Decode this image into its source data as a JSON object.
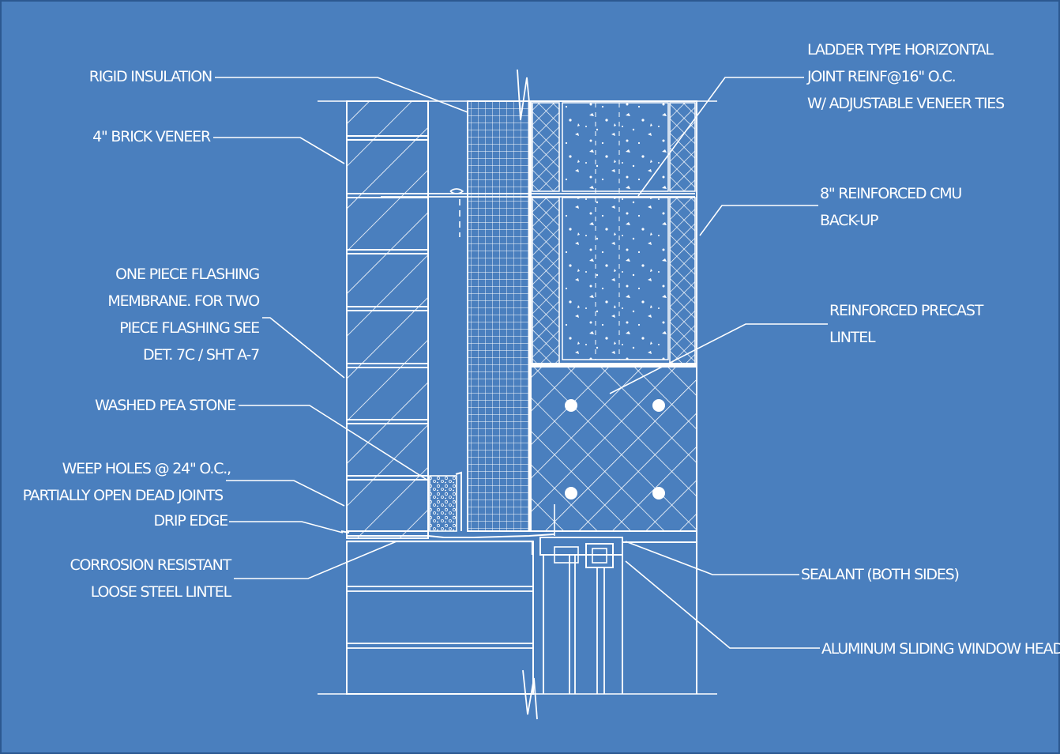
{
  "colors": {
    "background": "#4a7fbe",
    "linework": "#ffffff"
  },
  "labels": {
    "rigid_insulation": [
      "RIGID INSULATION"
    ],
    "brick_veneer": [
      "4\" BRICK VENEER"
    ],
    "flashing": [
      "ONE PIECE FLASHING",
      "MEMBRANE. FOR TWO",
      "PIECE FLASHING SEE",
      "DET. 7C / SHT A-7"
    ],
    "pea_stone": [
      "WASHED PEA STONE"
    ],
    "weep_holes": [
      "WEEP HOLES @ 24\" O.C.,",
      "PARTIALLY OPEN DEAD JOINTS"
    ],
    "drip_edge": [
      "DRIP EDGE"
    ],
    "steel_lintel": [
      "CORROSION RESISTANT",
      "LOOSE STEEL LINTEL"
    ],
    "joint_reinf": [
      "LADDER TYPE HORIZONTAL",
      "JOINT REINF@16\" O.C.",
      "W/ ADJUSTABLE VENEER TIES"
    ],
    "cmu": [
      "8\" REINFORCED CMU",
      "BACK-UP"
    ],
    "precast_lintel": [
      "REINFORCED PRECAST",
      "LINTEL"
    ],
    "sealant": [
      "SEALANT (BOTH SIDES)"
    ],
    "window_head": [
      "ALUMINUM SLIDING WINDOW HEAD"
    ]
  }
}
